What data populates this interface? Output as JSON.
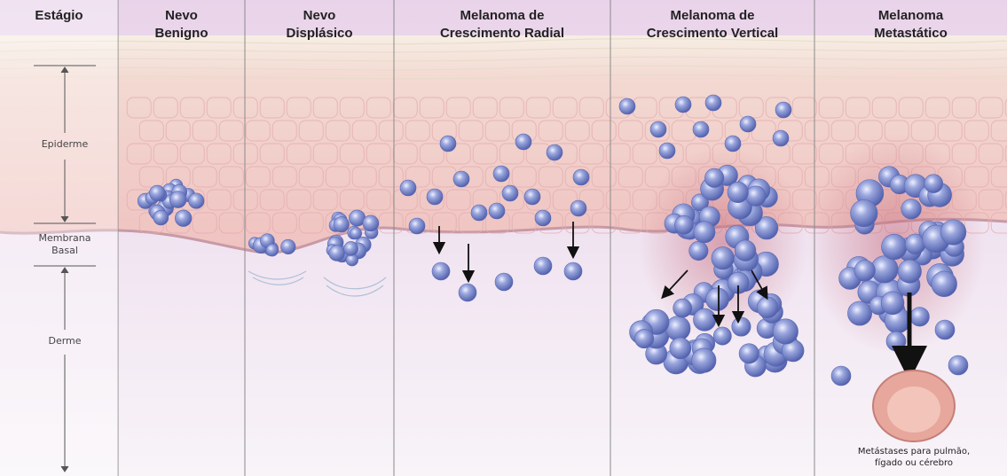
{
  "stage_column": {
    "title": "Estágio",
    "layers": [
      {
        "label": "Epiderme"
      },
      {
        "lines": [
          "Membrana",
          "Basal"
        ]
      },
      {
        "label": "Derme"
      }
    ]
  },
  "stages": [
    {
      "lines": [
        "Nevo",
        "Benigno"
      ]
    },
    {
      "lines": [
        "Nevo",
        "Displásico"
      ]
    },
    {
      "lines": [
        "Melanoma de",
        "Crescimento Radial"
      ]
    },
    {
      "lines": [
        "Melanoma de",
        "Crescimento Vertical"
      ]
    },
    {
      "lines": [
        "Melanoma",
        "Metastático"
      ]
    }
  ],
  "metastasis_note": {
    "lines": [
      "Metástases para pulmão,",
      "fígado ou cérebro"
    ]
  },
  "colors": {
    "cell_blue": "#6e7fc6",
    "epidermis_pink": "#f0c9c5",
    "dermis_lilac": "#efe3f1",
    "divider": "#8a8a8a"
  }
}
